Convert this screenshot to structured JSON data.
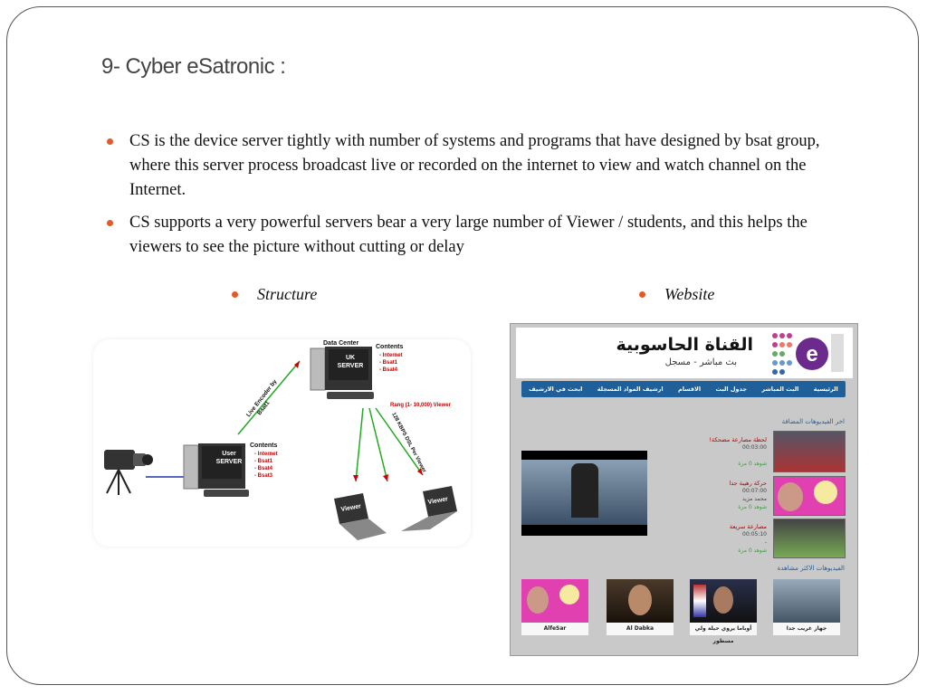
{
  "slide": {
    "title": "9- Cyber eSatronic :",
    "bullets": [
      "CS  is the device server tightly with number of systems and programs that have designed by bsat group, where this server process  broadcast live or recorded on the internet to view and watch channel on the Internet.",
      "CS  supports a very powerful servers bear a very large number of Viewer / students, and this helps the viewers to see the picture without cutting or delay"
    ],
    "sub_left": "Structure",
    "sub_right": "Website",
    "bullet_color": "#e05a2b"
  },
  "diagram": {
    "data_center": "Data Center",
    "contents_top": "Contents",
    "contents_top_items": [
      "- Internet",
      "- Bsat1",
      "- Bsat4"
    ],
    "uk_server": [
      "UK",
      "SERVER"
    ],
    "user_server": [
      "User",
      "SERVER"
    ],
    "contents_bottom": "Contents",
    "contents_bottom_items": [
      "- Internet",
      "- Bsat1",
      "- Bsat4",
      "- Bsat3"
    ],
    "encoder_label": [
      "Live Encoder by",
      "Bsat1"
    ],
    "range_label": "Rang (1- 10,000) Viewer",
    "dsl_label": "128 KBPS DSL Per Viewer",
    "viewer": "Viewer"
  },
  "website": {
    "title": "القناة الحاسوبية",
    "subtitle": "بث مباشر - مسجل",
    "nav": [
      "الرئيسية",
      "البث المباشر",
      "جدول البث",
      "الاقسام",
      "ارشيف المواد المسجلة",
      "ابحث في الارشيف"
    ],
    "latest_heading": "اخر الفيديوهات المضافة",
    "videos": [
      {
        "title": "لحظة مصارعة مضحكة!",
        "duration": "00:03:00",
        "author": "",
        "views": "شوهد 0 مرة"
      },
      {
        "title": "حركة رهيبة جدا",
        "duration": "00:07:00",
        "author": "محمد مزيد",
        "views": "شوهد 0 مرة"
      },
      {
        "title": "مصارعة سريعة",
        "duration": "00:05:10",
        "author": "-",
        "views": "شوهد 0 مرة"
      }
    ],
    "most_watched_heading": "الفيديوهات الاكثر مشاهدة",
    "bottom_cards": [
      "AlfeSar",
      "Al Dabka",
      "أوباما يروي حيلة ولي مسطور",
      "جهاز غريب جدا"
    ]
  }
}
